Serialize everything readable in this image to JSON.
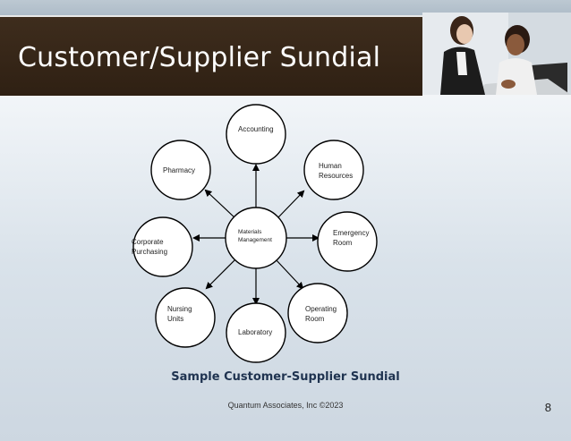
{
  "slide": {
    "title": "Customer/Supplier Sundial",
    "caption": "Sample Customer-Supplier Sundial",
    "footer": "Quantum Associates, Inc ©2023",
    "page_number": "8"
  },
  "photo": {
    "description_icon": "business-people-photo"
  },
  "diagram": {
    "center": "Materials\nManagement",
    "nodes": {
      "accounting": "Accounting",
      "human_resources": "Human\nResources",
      "emergency_room": "Emergency\nRoom",
      "operating_room": "Operating\nRoom",
      "laboratory": "Laboratory",
      "nursing_units": "Nursing\nUnits",
      "corporate_purchasing": "Corporate\nPurchasing",
      "pharmacy": "Pharmacy"
    }
  },
  "colors": {
    "title_bar": "#3e2d1d",
    "caption": "#1f3350",
    "node_fill": "#ffffff",
    "node_stroke": "#000000"
  }
}
